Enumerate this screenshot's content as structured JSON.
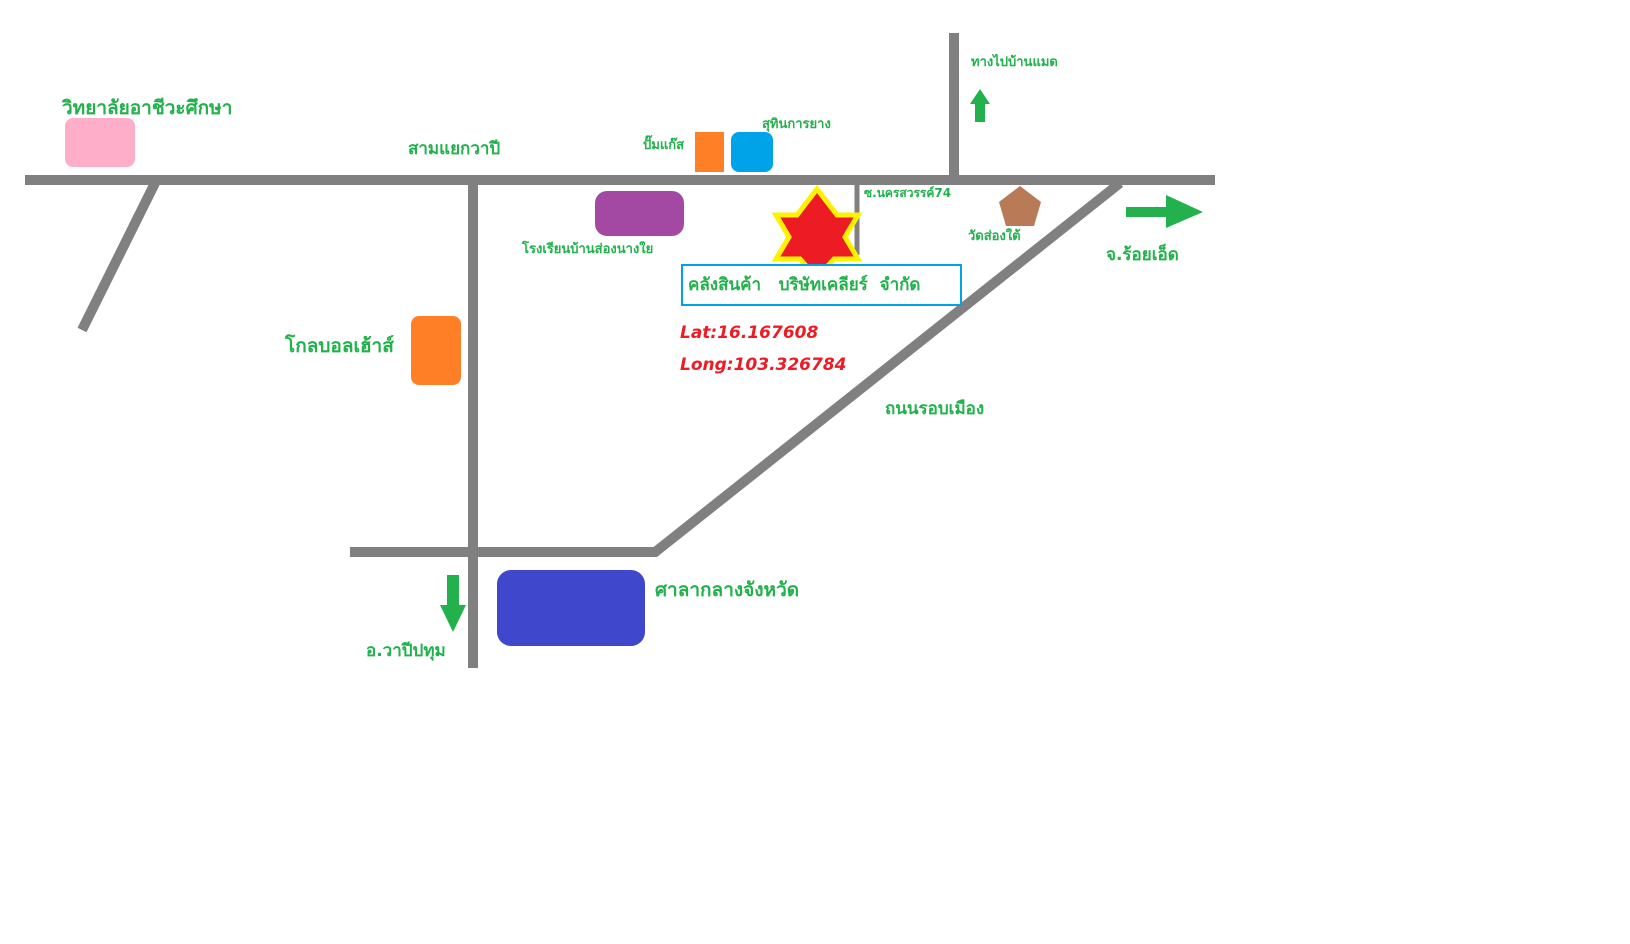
{
  "labels": {
    "college": "วิทยาลัยอาชีวะศึกษา",
    "junction": "สามแยกวาปี",
    "gas_station": "ปั๊มแก๊ส",
    "tire_shop": "สุทินการยาง",
    "to_ban_maet": "ทางไปบ้านแมด",
    "soi": "ซ.นครสวรรค์74",
    "temple": "วัดส่องใต้",
    "roi_et": "จ.ร้อยเอ็ด",
    "school": "โรงเรียนบ้านส่องนางใย",
    "golf_house": "โกลบอลเฮ้าส์",
    "warehouse": "คลังสินค้า   บริษัทเคลียร์  จำกัด",
    "lat": "Lat:16.167608",
    "long": "Long:103.326784",
    "ring_road": "ถนนรอบเมือง",
    "city_hall": "ศาลากลางจังหวัด",
    "wapi_pathum": "อ.วาปีปทุม"
  },
  "colors": {
    "road": "#808080",
    "label_green": "#22b14c",
    "coords_red": "#ed1c24",
    "college": "#ffaec9",
    "gas_station": "#ff7f27",
    "tire_shop": "#00a2e8",
    "school": "#a349a4",
    "golf_house": "#ff7f27",
    "city_hall": "#3f48cc",
    "temple": "#b97a57",
    "star_fill": "#ed1c24",
    "star_outline": "#fff200",
    "warehouse_border": "#00a2e8",
    "arrow": "#22b14c"
  },
  "icons": {
    "location_marker": "star-icon",
    "temple": "pentagon-icon",
    "directions": "arrow-icon"
  }
}
